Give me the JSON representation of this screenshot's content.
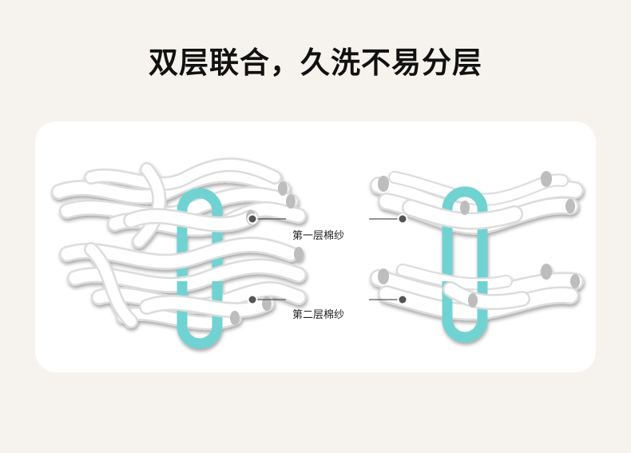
{
  "title": "双层联合，久洗不易分层",
  "labels": {
    "layer1": "第一层棉纱",
    "layer2": "第二层棉纱"
  },
  "colors": {
    "background": "#f6f3ef",
    "panel": "#ffffff",
    "fiber": "#ffffff",
    "fiber_shadow": "#cfcfcf",
    "link": "#6fd3d2",
    "pointer": "#555555"
  }
}
